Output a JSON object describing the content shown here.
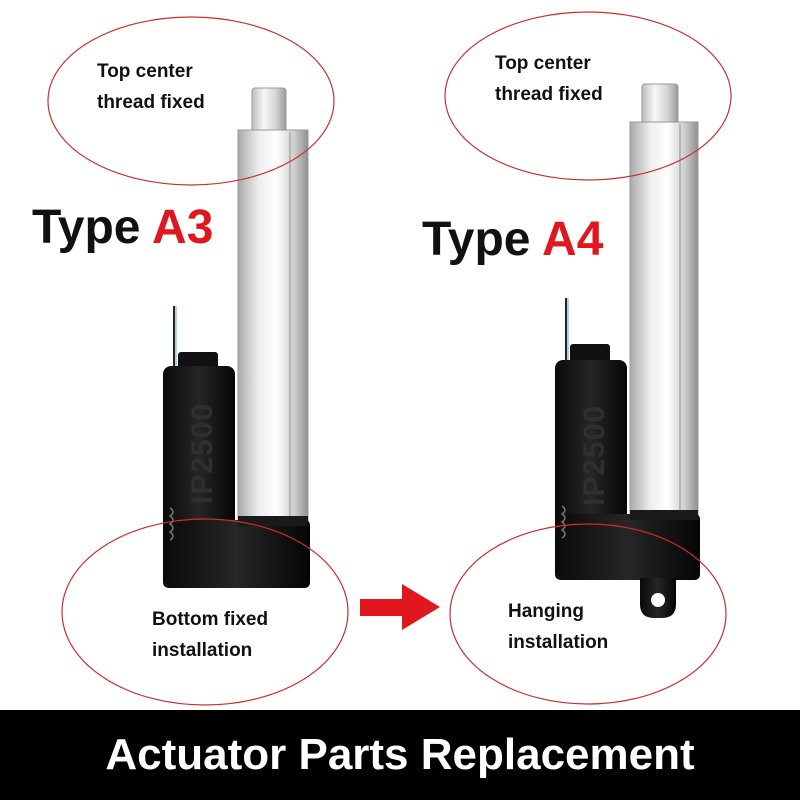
{
  "left_product": {
    "type_word": "Type",
    "type_code": "A3",
    "top_label": [
      "Top center",
      "thread fixed"
    ],
    "bottom_label": [
      "Bottom fixed",
      "installation"
    ],
    "housing_text": "IP2500"
  },
  "right_product": {
    "type_word": "Type",
    "type_code": "A4",
    "top_label": [
      "Top center",
      "thread fixed"
    ],
    "bottom_label": [
      "Hanging",
      "installation"
    ],
    "housing_text": "IP2500"
  },
  "banner": {
    "text": "Actuator Parts Replacement"
  },
  "colors": {
    "accent_red": "#e0171e",
    "ellipse_outline": "#c9302c",
    "banner_bg": "#000000",
    "banner_text": "#ffffff"
  },
  "icons": [
    "right-arrow-icon"
  ]
}
